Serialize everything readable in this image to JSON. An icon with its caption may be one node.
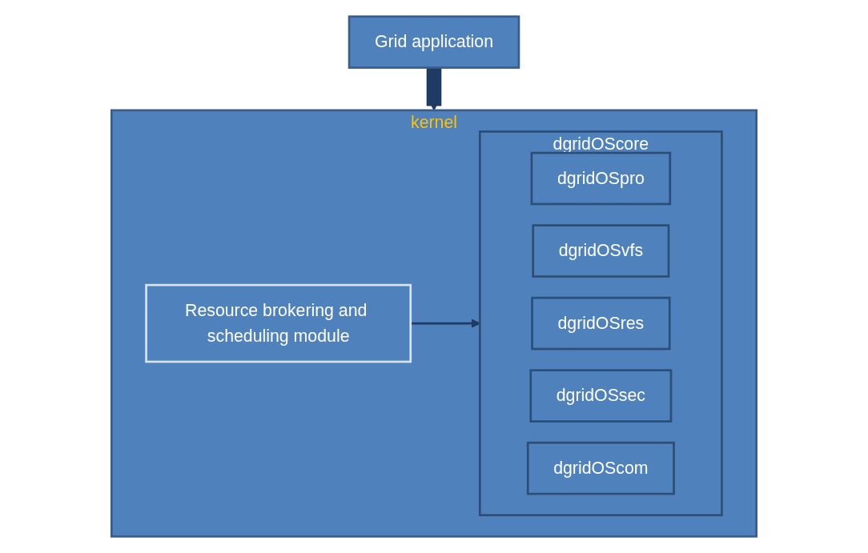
{
  "diagram": {
    "nodes": [
      {
        "text": [
          "Grid application"
        ]
      },
      {
        "text": [
          "kernel"
        ]
      },
      {
        "text": [
          "Resource brokering and scheduling module"
        ],
        "in": 1
      },
      {
        "text": [
          "dgridOScore"
        ],
        "in": 1
      },
      {
        "text": [
          "dgridOSpro"
        ],
        "in": 3
      },
      {
        "text": [
          "dgridOSvfs"
        ],
        "in": 3
      },
      {
        "text": [
          "dgridOSres"
        ],
        "in": 3
      },
      {
        "text": [
          "dgridOSsec"
        ],
        "in": 3
      },
      {
        "text": [
          "dgridOScom"
        ],
        "in": 3
      }
    ],
    "edges": [
      {
        "from": 0,
        "to": 1,
        "arrow": "to",
        "style": "thick"
      },
      {
        "from": 2,
        "to": 3,
        "arrow": "to"
      }
    ]
  }
}
